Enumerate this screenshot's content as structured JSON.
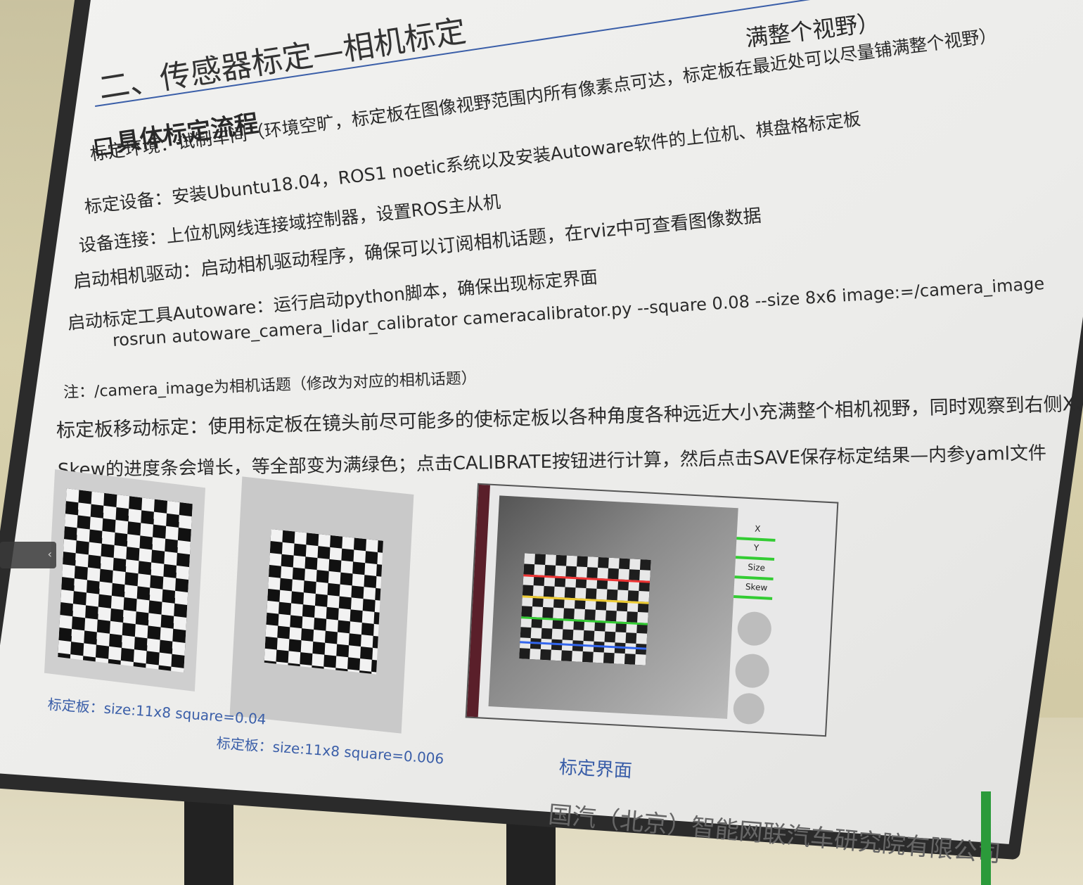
{
  "slide": {
    "title": "二、传感器标定—相机标定",
    "header_cut": "满整个视野）",
    "section": "具体标定流程",
    "bullets": [
      "标定环境：试制车间（环境空旷，标定板在图像视野范围内所有像素点可达，标定板在最近处可以尽量铺满整个视野）",
      "标定设备：安装Ubuntu18.04，ROS1 noetic系统以及安装Autoware软件的上位机、棋盘格标定板",
      "设备连接：上位机网线连接域控制器，设置ROS主从机",
      "启动相机驱动：启动相机驱动程序，确保可以订阅相机话题，在rviz中可查看图像数据",
      "启动标定工具Autoware：运行启动python脚本，确保出现标定界面"
    ],
    "command": "rosrun autoware_camera_lidar_calibrator cameracalibrator.py --square 0.08 --size 8x6 image:=/camera_image",
    "note": "注：/camera_image为相机话题（修改为对应的相机话题）",
    "move_line1": "标定板移动标定：使用标定板在镜头前尽可能多的使标定板以各种角度各种远近大小充满整个相机视野，同时观察到右侧X、Y、Size、",
    "move_line2": "Skew的进度条会增长，等全部变为满绿色；点击CALIBRATE按钮进行计算，然后点击SAVE保存标定结果—内参yaml文件",
    "caption1": "标定板：size:11x8 square=0.04",
    "caption2": "标定板：size:11x8 square=0.006",
    "caption3": "标定界面",
    "company": "国汽（北京）智能网联汽车研究院有限公司",
    "cal_labels": [
      "X",
      "Y",
      "Size",
      "Skew"
    ],
    "colors": {
      "accent": "#3a5ea8",
      "progress": "#33cc33"
    }
  }
}
